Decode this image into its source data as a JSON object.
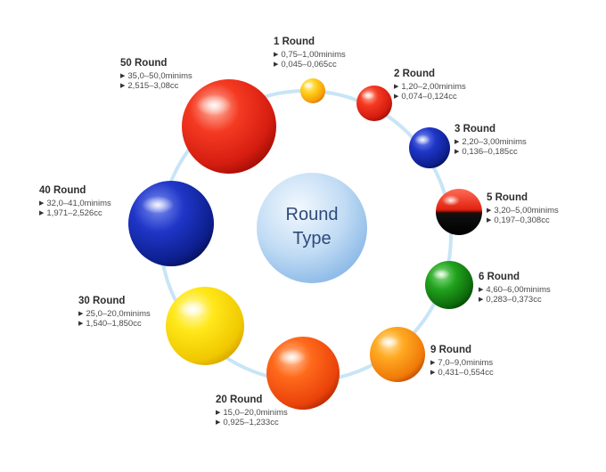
{
  "center": {
    "line1": "Round",
    "line2": "Type"
  },
  "colors": {
    "ring": "#c6e4f5",
    "center_light": "#e8f3fd",
    "center_dark": "#8fbdea",
    "text": "#3a3a3a"
  },
  "rounds": [
    {
      "id": "1",
      "name": "1 Round",
      "spec1": "0,75–1,00minims",
      "spec2": "0,045–0,065cc",
      "color": "orange-yellow"
    },
    {
      "id": "2",
      "name": "2 Round",
      "spec1": "1,20–2,00minims",
      "spec2": "0,074–0,124cc",
      "color": "red"
    },
    {
      "id": "3",
      "name": "3 Round",
      "spec1": "2,20–3,00minims",
      "spec2": "0,136–0,185cc",
      "color": "blue"
    },
    {
      "id": "5",
      "name": "5 Round",
      "spec1": "3,20–5,00minims",
      "spec2": "0,197–0,308cc",
      "color": "red-black"
    },
    {
      "id": "6",
      "name": "6 Round",
      "spec1": "4,60–6,00minims",
      "spec2": "0,283–0,373cc",
      "color": "green"
    },
    {
      "id": "9",
      "name": "9 Round",
      "spec1": "7,0–9,0minims",
      "spec2": "0,431–0,554cc",
      "color": "orange"
    },
    {
      "id": "20",
      "name": "20 Round",
      "spec1": "15,0–20,0minims",
      "spec2": "0,925–1,233cc",
      "color": "orange-red"
    },
    {
      "id": "30",
      "name": "30 Round",
      "spec1": "25,0–20,0minims",
      "spec2": "1,540–1,850cc",
      "color": "yellow"
    },
    {
      "id": "40",
      "name": "40 Round",
      "spec1": "32,0–41,0minims",
      "spec2": "1,971–2,526cc",
      "color": "blue"
    },
    {
      "id": "50",
      "name": "50 Round",
      "spec1": "35,0–50,0minims",
      "spec2": "2,515–3,08cc",
      "color": "red"
    }
  ]
}
